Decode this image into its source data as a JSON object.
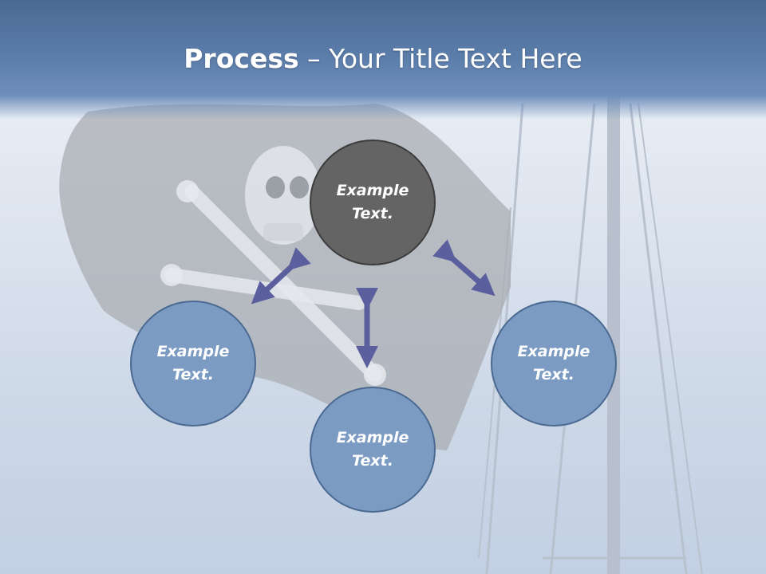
{
  "slide": {
    "title_bold": "Process",
    "title_rest": " – Your Title Text Here"
  },
  "nodes": [
    {
      "id": "top",
      "line1": "Example",
      "line2": "Text."
    },
    {
      "id": "left",
      "line1": "Example",
      "line2": "Text."
    },
    {
      "id": "bottom",
      "line1": "Example",
      "line2": "Text."
    },
    {
      "id": "right",
      "line1": "Example",
      "line2": "Text."
    }
  ],
  "colors": {
    "title_band": "#5a7ca9",
    "node_fill": "#7b9bc3",
    "node_center_fill": "#646464",
    "arrow": "#5b5f9e"
  }
}
